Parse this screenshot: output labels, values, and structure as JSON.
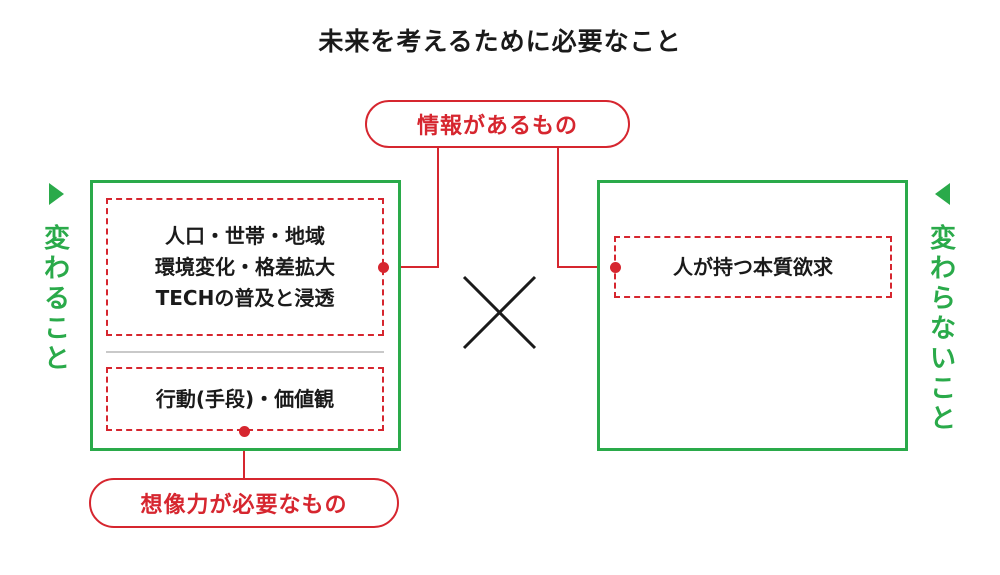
{
  "title": "未来を考えるために必要なこと",
  "left_side": {
    "label": "変わること",
    "box_top_text": "人口・世帯・地域\n環境変化・格差拡大\nTECHの普及と浸透",
    "box_bottom_text": "行動(手段)・価値観"
  },
  "right_side": {
    "label": "変わらないこと",
    "box_text": "人が持つ本質欲求"
  },
  "pill_top": "情報があるもの",
  "pill_bottom": "想像力が必要なもの",
  "operator": "×",
  "colors": {
    "green": "#2aaa4a",
    "red": "#d6262f",
    "divider": "#c9c9c9",
    "text": "#1a1a1a"
  }
}
